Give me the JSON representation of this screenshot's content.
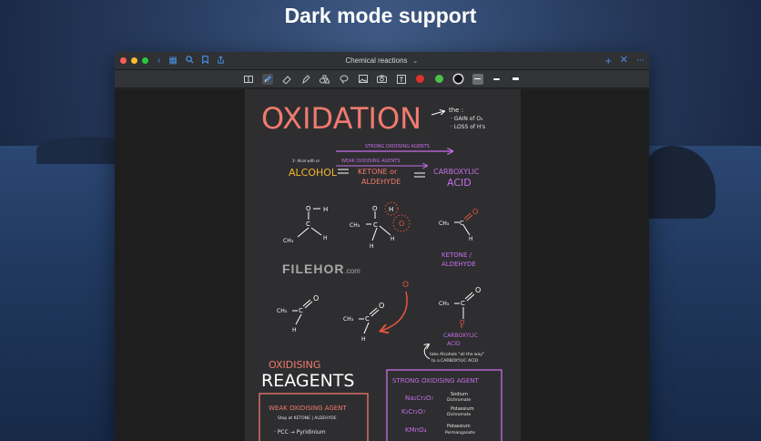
{
  "headline": "Dark mode support",
  "window": {
    "title": "Chemical reactions",
    "title_chevron": "⌄",
    "colors": {
      "close": "#ff5f57",
      "minimize": "#febc2e",
      "zoom": "#28c840",
      "accent": "#4a90e2"
    }
  },
  "toolbar": {
    "tools": [
      "text-icon",
      "pen-icon",
      "eraser-icon",
      "highlighter-icon",
      "shapes-icon",
      "lasso-icon",
      "image-icon",
      "camera-icon",
      "textbox-icon"
    ],
    "colors": [
      "#e0302b",
      "#4cc14a",
      "#111111"
    ]
  },
  "note": {
    "title": "OXIDATION",
    "title_note_1": "the :",
    "title_note_2": "· GAIN of O₂",
    "title_note_3": "· LOSS of H's",
    "strong_arrow_label": "STRONG OXIDISING AGENTS",
    "weak_arrow_label": "WEAK OXIDISING AGENTS",
    "alcohol_note": "1ᵒ Alcol with or",
    "alcohol": "ALCOHOL",
    "ketone_1": "KETONE or",
    "ketone_2": "ALDEHYDE",
    "carboxylic_1": "CARBOXYLIC",
    "carboxylic_2": "ACID",
    "ketone_label_1": "KETONE /",
    "ketone_label_2": "ALDEHYDE",
    "carboxylic_small_1": "CARBOXYLIC",
    "carboxylic_small_2": "ACID",
    "alcohols_note_1": "take Alcohols \"all the way\"",
    "alcohols_note_2": "to a CARBOXYLIC ACID",
    "oxidising": "OXIDISING",
    "reagents": "REAGENTS",
    "weak_box_title": "WEAK OXIDISING AGENT",
    "weak_box_sub": "Stop at KETONE | ALDEHYDE",
    "weak_box_item": "· PCC → Pyridinium",
    "strong_box_title": "STRONG OXIDISING AGENT",
    "strong_1_formula": "Na₂Cr₂O₇",
    "strong_1_name_1": "Sodium",
    "strong_1_name_2": "Dichromate",
    "strong_2_formula": "K₂Cr₂O₇",
    "strong_2_name_1": "Potassium",
    "strong_2_name_2": "Dichromate",
    "strong_3_formula": "KMnO₄",
    "strong_3_name_1": "Potassium",
    "strong_3_name_2": "Permanganate",
    "atoms": {
      "C": "C",
      "O": "O",
      "H": "H",
      "CH3": "CH₃"
    }
  },
  "watermark": {
    "text": "FILEHOR",
    "suffix": ".com"
  }
}
